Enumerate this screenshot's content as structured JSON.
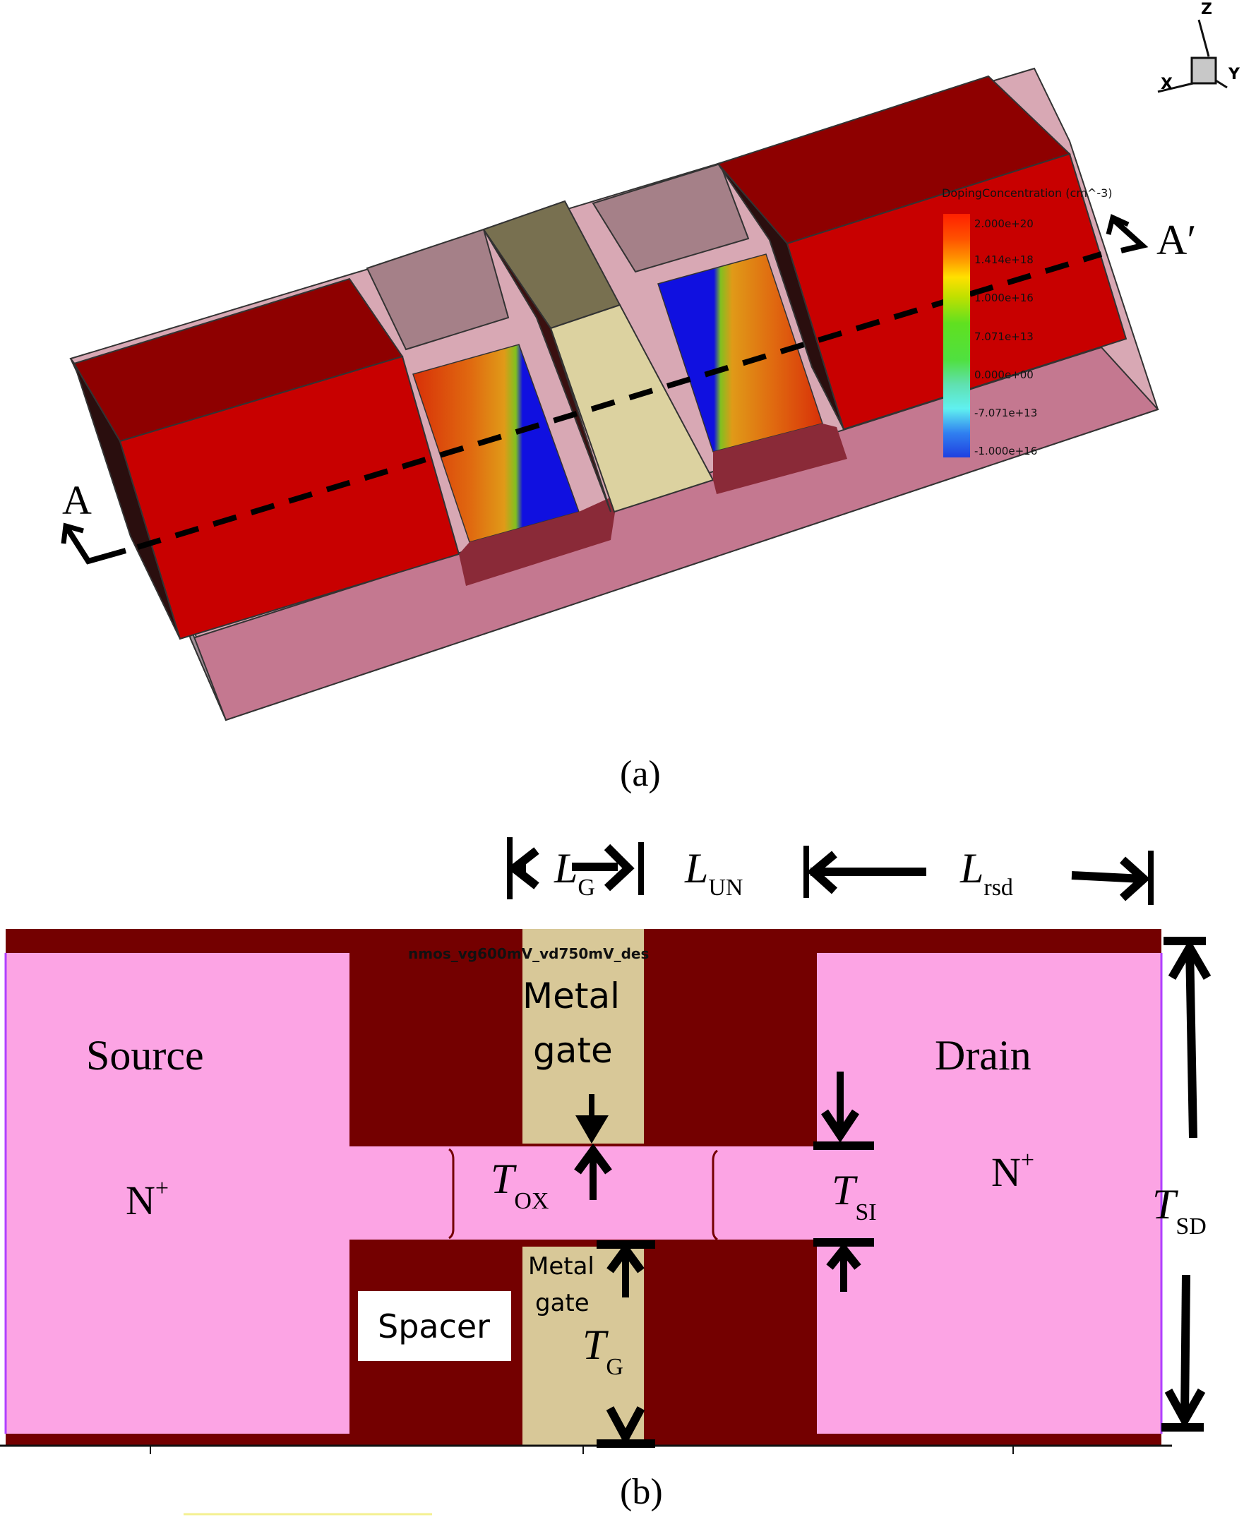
{
  "panel_a": {
    "caption": "(a)",
    "axes_triad": {
      "z": "Z",
      "x": "X",
      "y": "Y"
    },
    "cut_start_label": "A",
    "cut_end_label": "A′",
    "colorbar": {
      "title": "DopingConcentration (cm^-3)",
      "ticks": [
        "2.000e+20",
        "1.414e+18",
        "1.000e+16",
        "7.071e+13",
        "0.000e+00",
        "-7.071e+13",
        "-1.000e+16"
      ]
    },
    "colors": {
      "source_drain": "#c80000",
      "source_drain_top": "#8e0000",
      "substrate": "#c47890",
      "spacer_top": "#a58088",
      "gate_top": "#787050",
      "gate_front": "#dcd2a0",
      "channel_blue": "#1010e0",
      "channel_orange": "#e08010"
    }
  },
  "panel_b": {
    "caption": "(b)",
    "simulation_label": "nmos_vg600mV_vd750mV_des",
    "regions": {
      "source": "Source",
      "drain": "Drain",
      "n_plus_left": "N",
      "n_plus_right": "N",
      "n_plus_sup": "+",
      "metal_gate_top_line1": "Metal",
      "metal_gate_top_line2": "gate",
      "metal_gate_bottom_line1": "Metal",
      "metal_gate_bottom_line2": "gate",
      "spacer": "Spacer"
    },
    "dimensions": {
      "lg": {
        "main": "L",
        "sub": "G"
      },
      "lun": {
        "main": "L",
        "sub": "UN"
      },
      "lrsd": {
        "main": "L",
        "sub": "rsd"
      },
      "tox": {
        "main": "T",
        "sub": "OX"
      },
      "tsi": {
        "main": "T",
        "sub": "SI"
      },
      "tsd": {
        "main": "T",
        "sub": "SD"
      },
      "tg": {
        "main": "T",
        "sub": "G"
      }
    },
    "colors": {
      "silicon": "#fca4e4",
      "spacer_oxide": "#740000",
      "metal_gate": "#d8c898",
      "outline": "#b040ff"
    }
  }
}
